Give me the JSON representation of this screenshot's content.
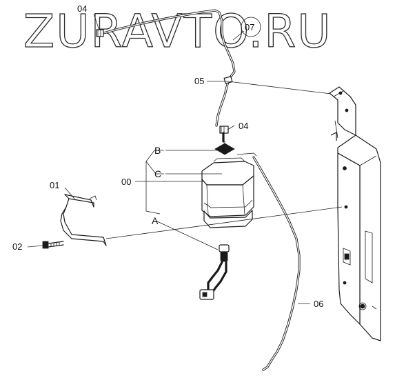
{
  "watermark": {
    "text": "ZURAVTO.RU"
  },
  "callouts": {
    "p04_top": "04",
    "p07": "07",
    "p05": "05",
    "p04_mid": "04",
    "p01": "01",
    "p00": "00",
    "p02": "02",
    "p06": "06"
  },
  "refs": {
    "B": "B",
    "C": "C",
    "A": "A"
  },
  "colors": {
    "line": "#1a1a1a",
    "background": "#ffffff"
  }
}
